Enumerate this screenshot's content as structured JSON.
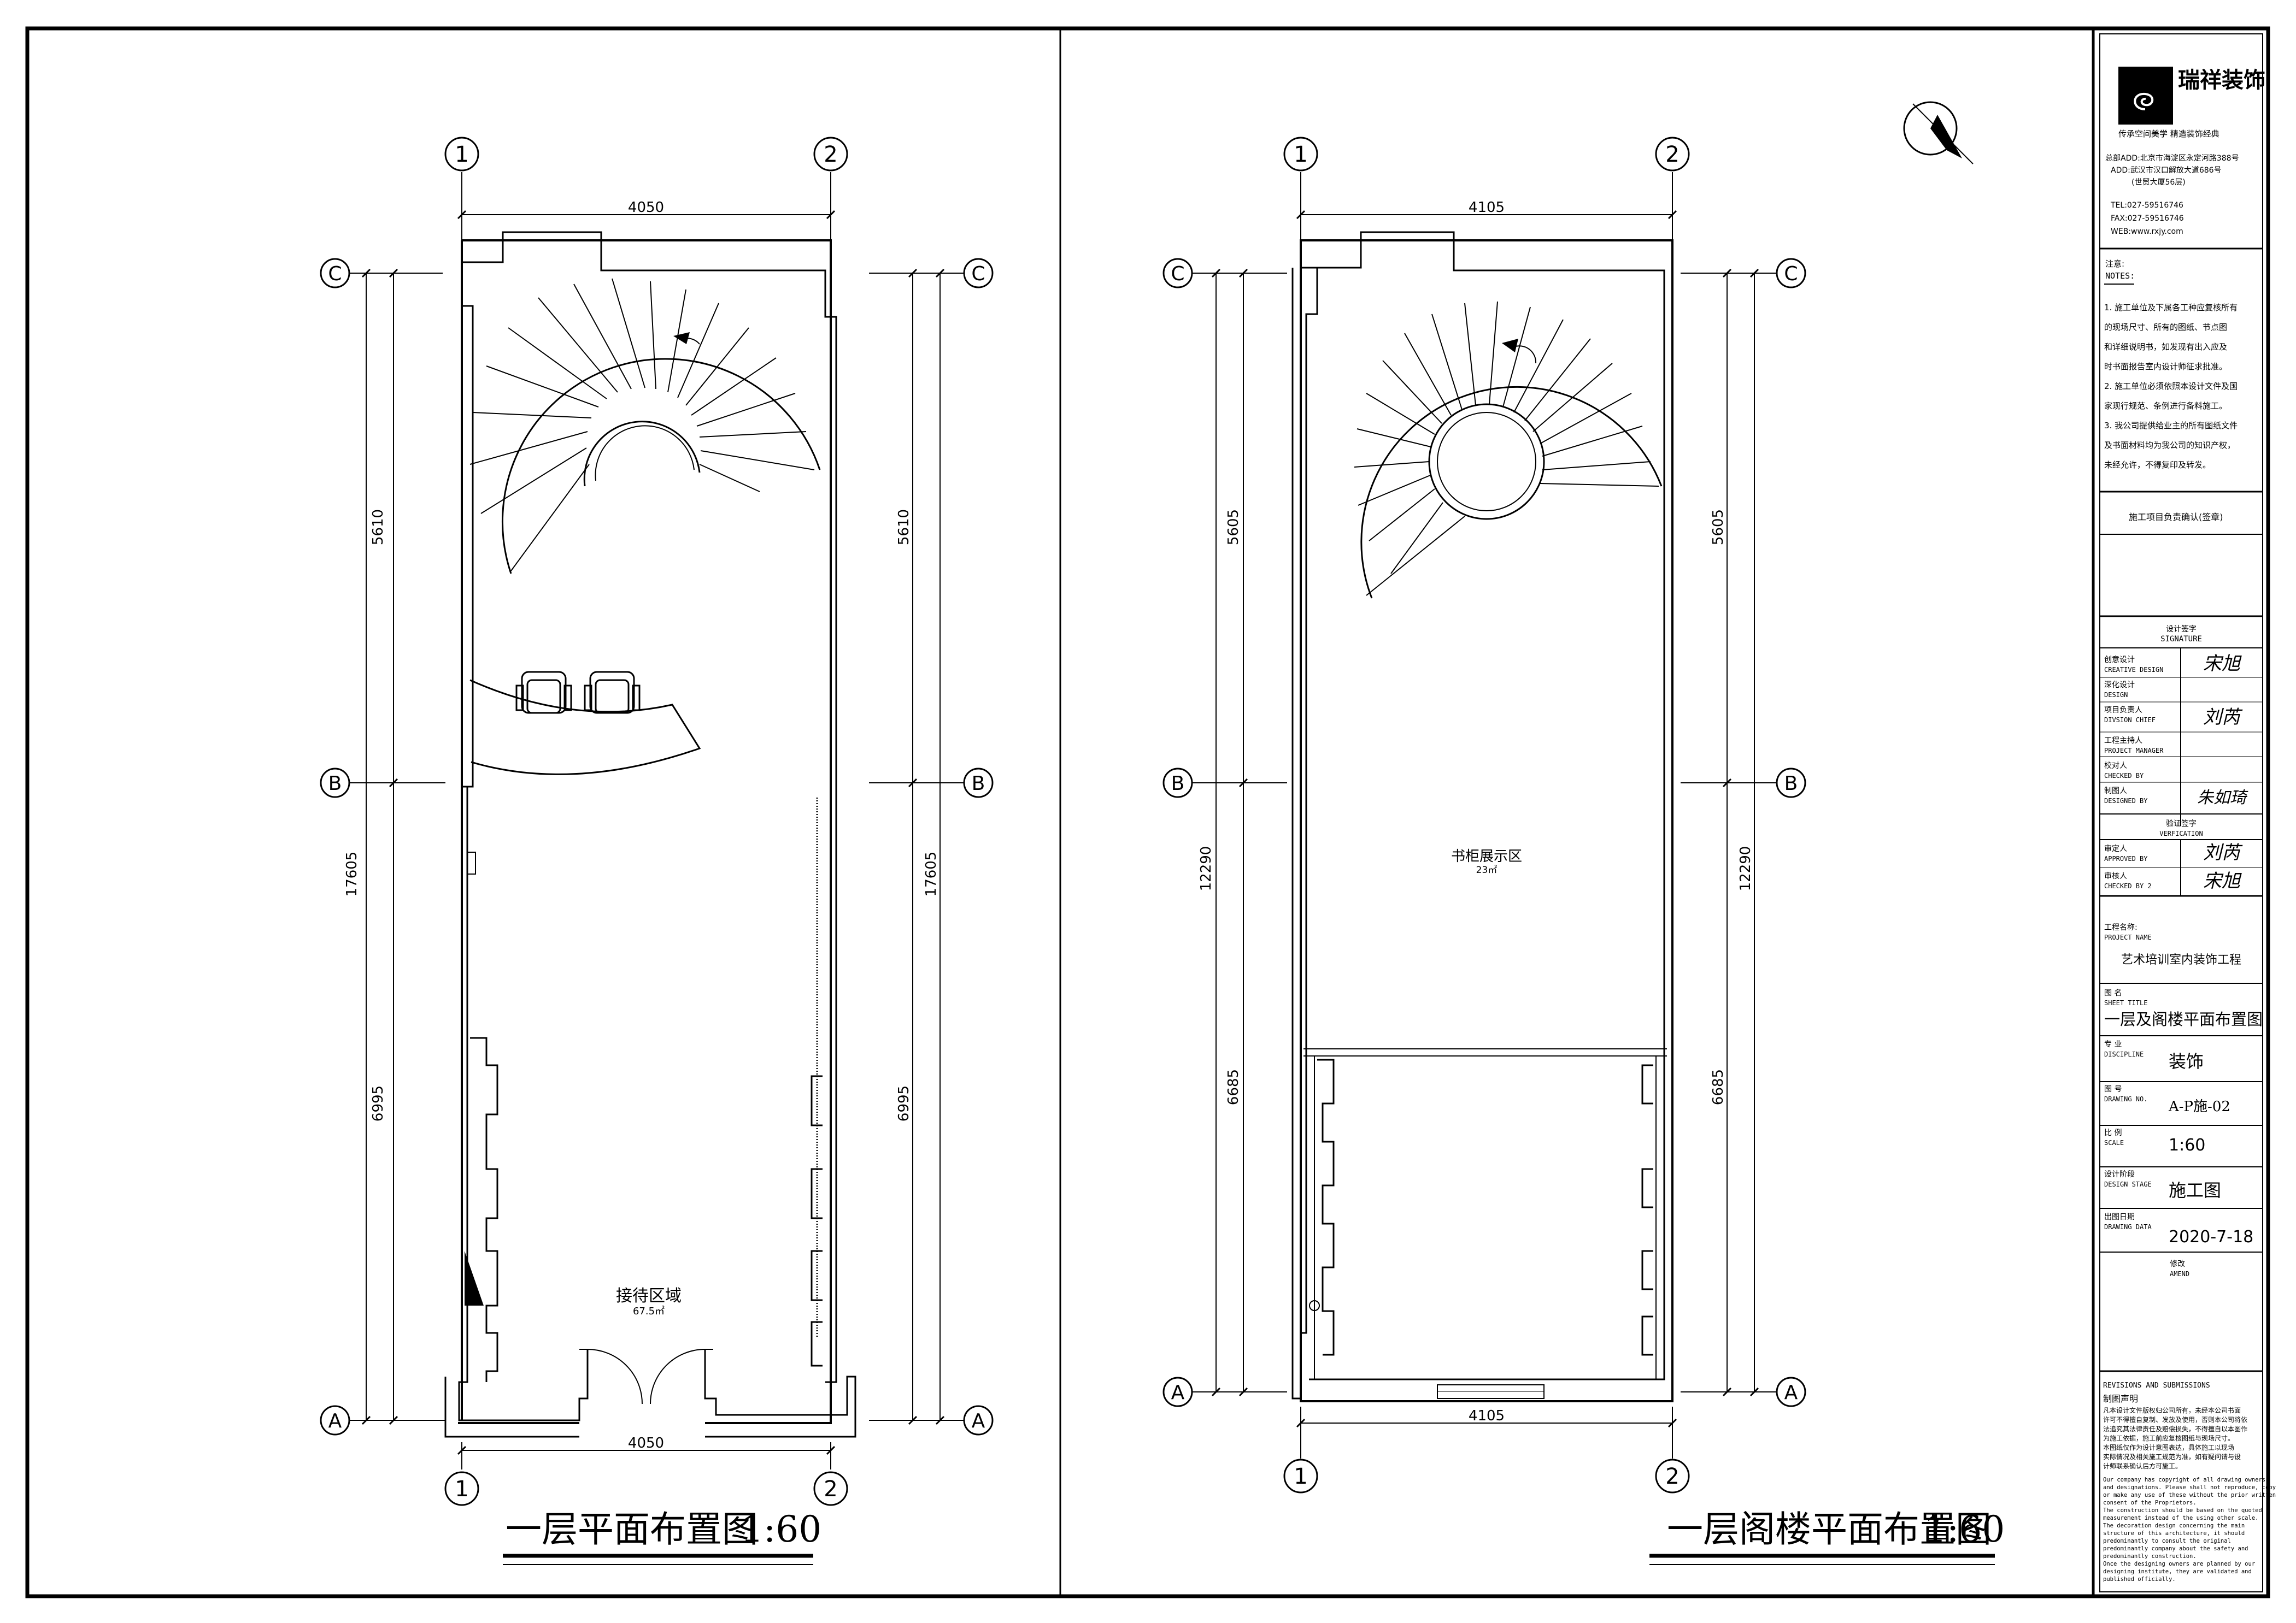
{
  "title_block": {
    "logo_name": "瑞祥装饰",
    "logo_slogan": "传承空间美学   精造装饰经典",
    "address_lines": [
      "总部ADD:北京市海淀区永定河路388号",
      "ADD:武汉市汉口解放大道686号",
      "(世贸大厦56层)",
      "TEL:027-59516746",
      "FAX:027-59516746",
      "WEB:www.rxjy.com"
    ],
    "notes_label": "注意:",
    "notes_label_en": "NOTES:",
    "notes": [
      "1.  施工单位及下属各工种应复核所有",
      "     的现场尺寸、所有的图纸、节点图",
      "     和详细说明书，如发现有出入应及",
      "     时书面报告室内设计师征求批准。",
      "2.  施工单位必须依照本设计文件及国",
      "     家现行规范、条例进行备料施工。",
      "3.  我公司提供给业主的所有图纸文件",
      "     及书面材料均为我公司的知识产权，",
      "     未经允许，不得复印及转发。"
    ],
    "confirm_label": "施工项目负责确认(签章)",
    "signature_heading": "设计签字",
    "signature_heading_en": "SIGNATURE",
    "sign_rows": [
      {
        "cn": "创意设计",
        "en": "CREATIVE DESIGN",
        "sig": "宋旭"
      },
      {
        "cn": "深化设计",
        "en": "DESIGN",
        "sig": ""
      },
      {
        "cn": "项目负责人",
        "en": "DIVSION CHIEF",
        "sig": "刘芮"
      },
      {
        "cn": "工程主持人",
        "en": "PROJECT MANAGER",
        "sig": ""
      },
      {
        "cn": "校对人",
        "en": "CHECKED BY",
        "sig": ""
      },
      {
        "cn": "制图人",
        "en": "DESIGNED BY",
        "sig": "朱如琦"
      }
    ],
    "verify_heading": "验证签字",
    "verify_heading_en": "VERFICATION",
    "verify_rows": [
      {
        "cn": "审定人",
        "en": "APPROVED BY",
        "sig": "刘芮"
      },
      {
        "cn": "审核人",
        "en": "CHECKED BY 2",
        "sig": "宋旭"
      }
    ],
    "project_label": "工程名称:",
    "project_label_en": "PROJECT NAME",
    "project_name": "艺术培训室内装饰工程",
    "sheet_title_label": "图  名",
    "sheet_title_label_en": "SHEET TITLE",
    "sheet_title": "一层及阁楼平面布置图",
    "discipline_label": "专  业",
    "discipline_label_en": "DISCIPLINE",
    "discipline": "装饰",
    "drawing_no_label": "图  号",
    "drawing_no_label_en": "DRAWING NO.",
    "drawing_no": "A-P施-02",
    "scale_label": "比  例",
    "scale_label_en": "SCALE",
    "scale": "1:60",
    "stage_label": "设计阶段",
    "stage_label_en": "DESIGN STAGE",
    "stage": "施工图",
    "date_label": "出图日期",
    "date_label_en": "DRAWING DATA",
    "date": "2020-7-18",
    "amend_label": "修改",
    "amend_label_en": "AMEND",
    "revisions_heading": "REVISIONS AND SUBMISSIONS",
    "statement_label": "制图声明",
    "statement_lines": [
      "凡本设计文件版权归公司所有，未经本公司书面",
      "许可不得擅自复制、发放及使用，否则本公司将依",
      "法追究其法律责任及赔偿损失，不得擅自以本图作",
      "为施工依据，施工前应复核图纸与现场尺寸。",
      "本图纸仅作为设计意图表达，具体施工以现场",
      "实际情况及相关施工规范为准，如有疑问请与设",
      "计师联系确认后方可施工。"
    ],
    "statement_en_lines": [
      "Our company has copyright of all drawing owners",
      "and designations. Please shall not reproduce, copy",
      "or make any use of these without the prior written",
      "consent of the Proprietors.",
      "The construction should be based on the quoted",
      "measurement instead of the using other scale.",
      "The decoration design concerning the main",
      "structure of this architecture, it should",
      "predominantly to consult the original",
      "predominantly company about the safety and",
      "predominantly construction.",
      "Once the designing owners are planned by our",
      "designing institute, they are validated and",
      "published officially."
    ]
  },
  "plan_left": {
    "title": "一层平面布置图",
    "scale": "1:60",
    "axes_top": [
      "1",
      "2"
    ],
    "axes_bottom": [
      "1",
      "2"
    ],
    "axes_side": [
      "C",
      "B",
      "A"
    ],
    "dim_top": "4050",
    "dim_bottom": "4050",
    "dim_left_upper": "5610",
    "dim_left_total": "17605",
    "dim_left_lower": "6995",
    "dim_right_upper": "5610",
    "dim_right_total": "17605",
    "dim_right_lower": "6995",
    "room_label": "接待区域",
    "room_area": "67.5㎡"
  },
  "plan_right": {
    "title": "一层阁楼平面布置图",
    "scale": "1:60",
    "axes_top": [
      "1",
      "2"
    ],
    "axes_bottom": [
      "1",
      "2"
    ],
    "axes_side": [
      "C",
      "B",
      "A"
    ],
    "dim_top": "4105",
    "dim_bottom": "4105",
    "dim_left_upper": "5605",
    "dim_left_total": "12290",
    "dim_left_lower": "6685",
    "dim_right_upper": "5605",
    "dim_right_total": "12290",
    "dim_right_lower": "6685",
    "room_label": "书柜展示区",
    "room_area": "23㎡"
  }
}
